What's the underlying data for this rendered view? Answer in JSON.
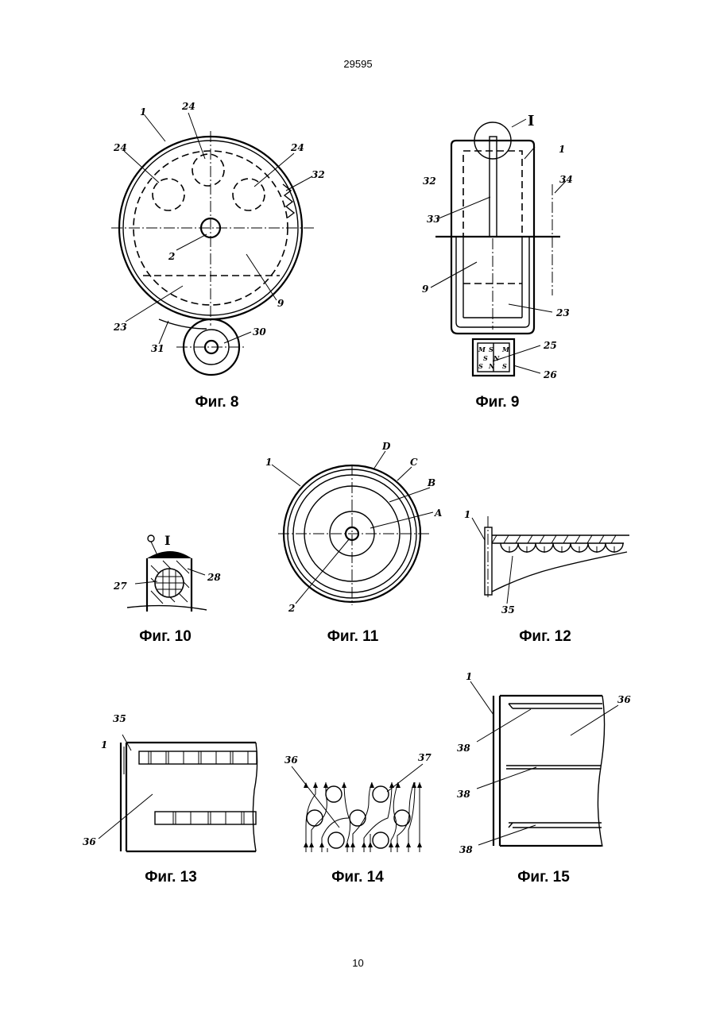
{
  "header": {
    "doc_number": "29595"
  },
  "footer": {
    "page_number": "10"
  },
  "figures": [
    {
      "id": "fig8",
      "caption": "Фиг. 8",
      "labels": [
        "1",
        "24",
        "24",
        "24",
        "32",
        "2",
        "9",
        "23",
        "31",
        "30"
      ]
    },
    {
      "id": "fig9",
      "caption": "Фиг. 9",
      "labels": [
        "I",
        "1",
        "32",
        "34",
        "33",
        "9",
        "23",
        "25",
        "26",
        "M",
        "S",
        "M",
        "S",
        "N",
        "S",
        "N",
        "S"
      ]
    },
    {
      "id": "fig10",
      "caption": "Фиг. 10",
      "labels": [
        "I",
        "27",
        "28"
      ]
    },
    {
      "id": "fig11",
      "caption": "Фиг. 11",
      "labels": [
        "D",
        "1",
        "C",
        "B",
        "A",
        "2"
      ]
    },
    {
      "id": "fig12",
      "caption": "Фиг. 12",
      "labels": [
        "1",
        "35"
      ]
    },
    {
      "id": "fig13",
      "caption": "Фиг. 13",
      "labels": [
        "35",
        "1",
        "36"
      ]
    },
    {
      "id": "fig14",
      "caption": "Фиг. 14",
      "labels": [
        "36",
        "37"
      ]
    },
    {
      "id": "fig15",
      "caption": "Фиг. 15",
      "labels": [
        "1",
        "36",
        "38",
        "38",
        "38"
      ]
    }
  ]
}
